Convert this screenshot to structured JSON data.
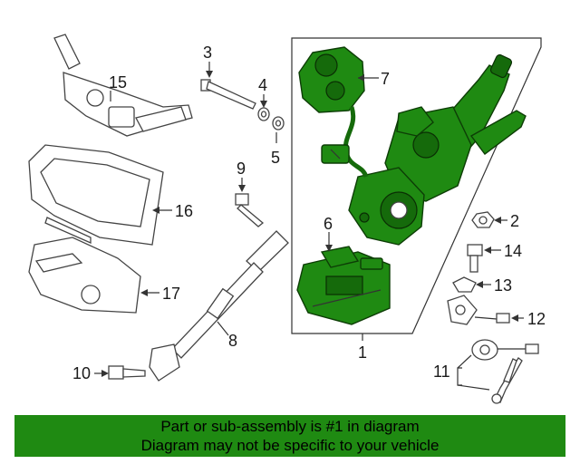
{
  "callouts": {
    "c1": "1",
    "c2": "2",
    "c3": "3",
    "c4": "4",
    "c5": "5",
    "c6": "6",
    "c7": "7",
    "c8": "8",
    "c9": "9",
    "c10": "10",
    "c11": "11",
    "c12": "12",
    "c13": "13",
    "c14": "14",
    "c15": "15",
    "c16": "16",
    "c17": "17"
  },
  "banner": {
    "line1": "Part or sub-assembly is #1 in diagram",
    "line2": "Diagram may not be specific to your vehicle"
  },
  "colors": {
    "highlight": "#1f8a12",
    "banner_bg": "#1f8a12",
    "outline": "#444444"
  }
}
